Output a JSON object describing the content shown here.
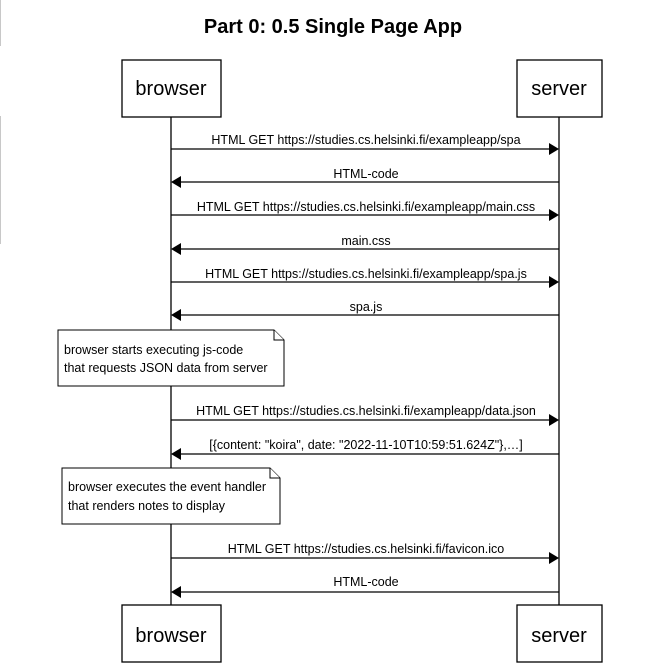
{
  "title": "Part 0: 0.5 Single Page App",
  "actors": {
    "browser": "browser",
    "server": "server"
  },
  "messages": [
    {
      "from": "browser",
      "to": "server",
      "label": "HTML GET https://studies.cs.helsinki.fi/exampleapp/spa"
    },
    {
      "from": "server",
      "to": "browser",
      "label": "HTML-code"
    },
    {
      "from": "browser",
      "to": "server",
      "label": "HTML GET https://studies.cs.helsinki.fi/exampleapp/main.css"
    },
    {
      "from": "server",
      "to": "browser",
      "label": "main.css"
    },
    {
      "from": "browser",
      "to": "server",
      "label": "HTML GET https://studies.cs.helsinki.fi/exampleapp/spa.js"
    },
    {
      "from": "server",
      "to": "browser",
      "label": "spa.js"
    },
    {
      "from": "browser",
      "to": "server",
      "label": "HTML GET https://studies.cs.helsinki.fi/exampleapp/data.json"
    },
    {
      "from": "server",
      "to": "browser",
      "label": "[{content: \"koira\", date: \"2022-11-10T10:59:51.624Z\"},…]"
    },
    {
      "from": "browser",
      "to": "server",
      "label": "HTML GET https://studies.cs.helsinki.fi/favicon.ico"
    },
    {
      "from": "server",
      "to": "browser",
      "label": "HTML-code"
    }
  ],
  "notes": [
    {
      "lines": [
        "browser starts executing js-code",
        "that requests JSON data from server"
      ]
    },
    {
      "lines": [
        "browser executes the event handler",
        "that renders notes to display"
      ]
    }
  ]
}
